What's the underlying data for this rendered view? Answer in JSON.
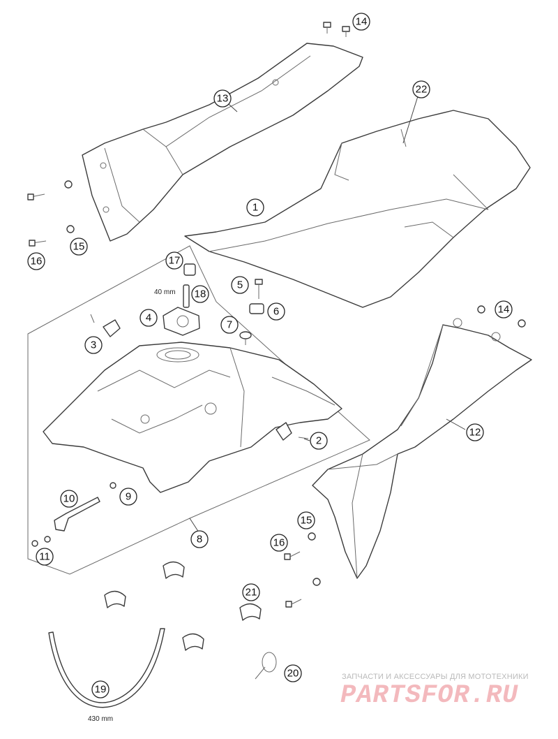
{
  "callouts": [
    {
      "id": "c1",
      "label": "1"
    },
    {
      "id": "c2",
      "label": "2"
    },
    {
      "id": "c3",
      "label": "3"
    },
    {
      "id": "c4",
      "label": "4"
    },
    {
      "id": "c5",
      "label": "5"
    },
    {
      "id": "c6",
      "label": "6"
    },
    {
      "id": "c7",
      "label": "7"
    },
    {
      "id": "c8",
      "label": "8"
    },
    {
      "id": "c9",
      "label": "9"
    },
    {
      "id": "c10",
      "label": "10"
    },
    {
      "id": "c11",
      "label": "11"
    },
    {
      "id": "c12",
      "label": "12"
    },
    {
      "id": "c13",
      "label": "13"
    },
    {
      "id": "c14a",
      "label": "14"
    },
    {
      "id": "c14b",
      "label": "14"
    },
    {
      "id": "c15a",
      "label": "15"
    },
    {
      "id": "c15b",
      "label": "15"
    },
    {
      "id": "c16a",
      "label": "16"
    },
    {
      "id": "c16b",
      "label": "16"
    },
    {
      "id": "c17",
      "label": "17"
    },
    {
      "id": "c18",
      "label": "18"
    },
    {
      "id": "c19",
      "label": "19"
    },
    {
      "id": "c20",
      "label": "20"
    },
    {
      "id": "c21",
      "label": "21"
    },
    {
      "id": "c22",
      "label": "22"
    }
  ],
  "dimensions": {
    "hose_short": "40 mm",
    "hose_long": "430 mm"
  },
  "watermark": {
    "caption": "ЗАПЧАСТИ И АКСЕССУАРЫ ДЛЯ МОТОТЕХНИКИ",
    "logo": "PARTSFOR.RU",
    "logo_color": "#f3b9bd"
  }
}
